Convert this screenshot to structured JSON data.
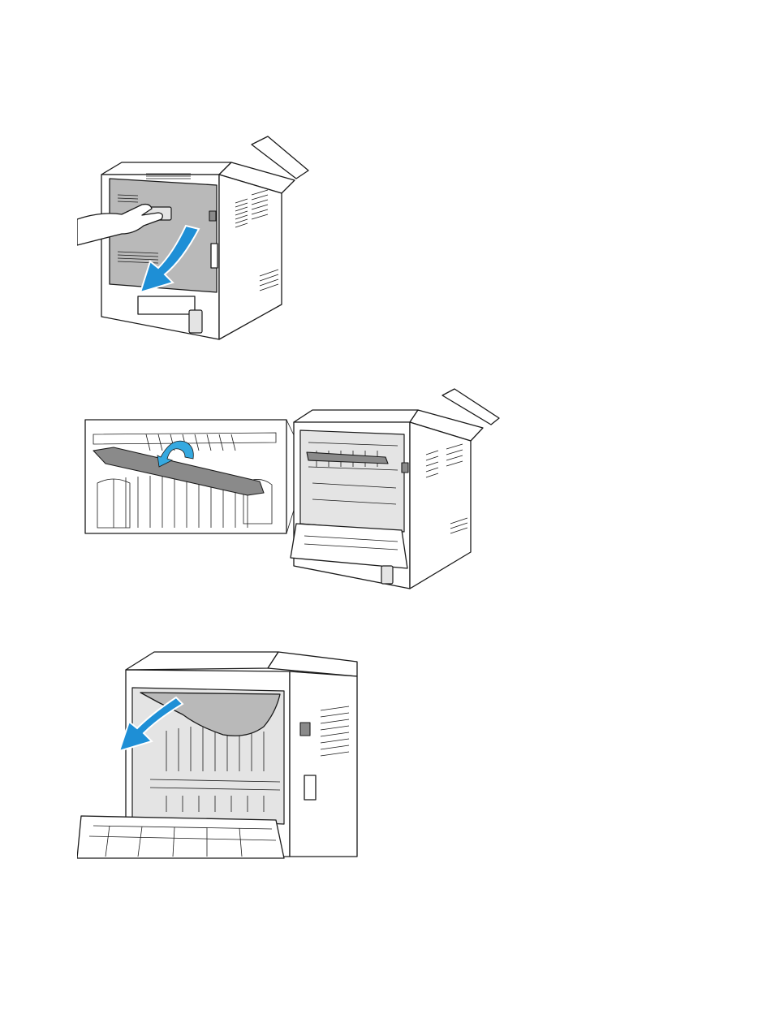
{
  "document": {
    "figures": [
      {
        "id": "fig1",
        "icon": "open-rear-door-illustration",
        "arrow": "down-arrow",
        "arrow_color": "#1e8fd6"
      },
      {
        "id": "fig2",
        "icon": "lift-fuser-lever-illustration",
        "arrow": "curved-arrow",
        "arrow_color": "#35a9e0"
      },
      {
        "id": "fig3",
        "icon": "remove-jammed-paper-illustration",
        "arrow": "left-arrow",
        "arrow_color": "#1e8fd6"
      }
    ],
    "colors": {
      "printer_body": "#ffffff",
      "rear_door": "#b9b9b9",
      "outline": "#1a1a1a",
      "arrow": "#1e8fd6"
    }
  }
}
